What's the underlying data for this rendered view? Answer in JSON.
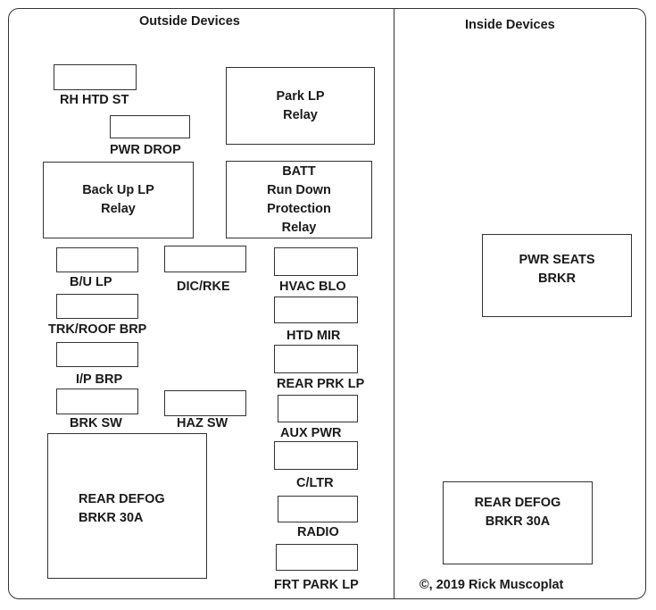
{
  "headers": {
    "outside": "Outside Devices",
    "inside": "Inside Devices"
  },
  "relays": {
    "park_lp": [
      "Park LP",
      "Relay"
    ],
    "backup_lp": [
      "Back Up LP",
      "Relay"
    ],
    "batt_rundown": [
      "BATT",
      "Run Down",
      "Protection",
      "Relay"
    ],
    "pwr_seats": [
      "PWR SEATS",
      "BRKR"
    ],
    "rear_defog_outside": [
      "REAR DEFOG",
      "BRKR 30A"
    ],
    "rear_defog_inside": [
      "REAR DEFOG",
      "BRKR 30A"
    ]
  },
  "fuses": {
    "rh_htd_st": "RH HTD ST",
    "pwr_drop": "PWR DROP",
    "bu_lp": "B/U LP",
    "dic_rke": "DIC/RKE",
    "hvac_blo": "HVAC BLO",
    "trk_roof_brp": "TRK/ROOF BRP",
    "htd_mir": "HTD MIR",
    "ip_brp": "I/P BRP",
    "rear_prk_lp": "REAR PRK LP",
    "brk_sw": "BRK SW",
    "haz_sw": "HAZ SW",
    "aux_pwr": "AUX PWR",
    "c_ltr": "C/LTR",
    "radio": "RADIO",
    "frt_park_lp": "FRT PARK LP"
  },
  "copyright": "©, 2019 Rick Muscoplat"
}
